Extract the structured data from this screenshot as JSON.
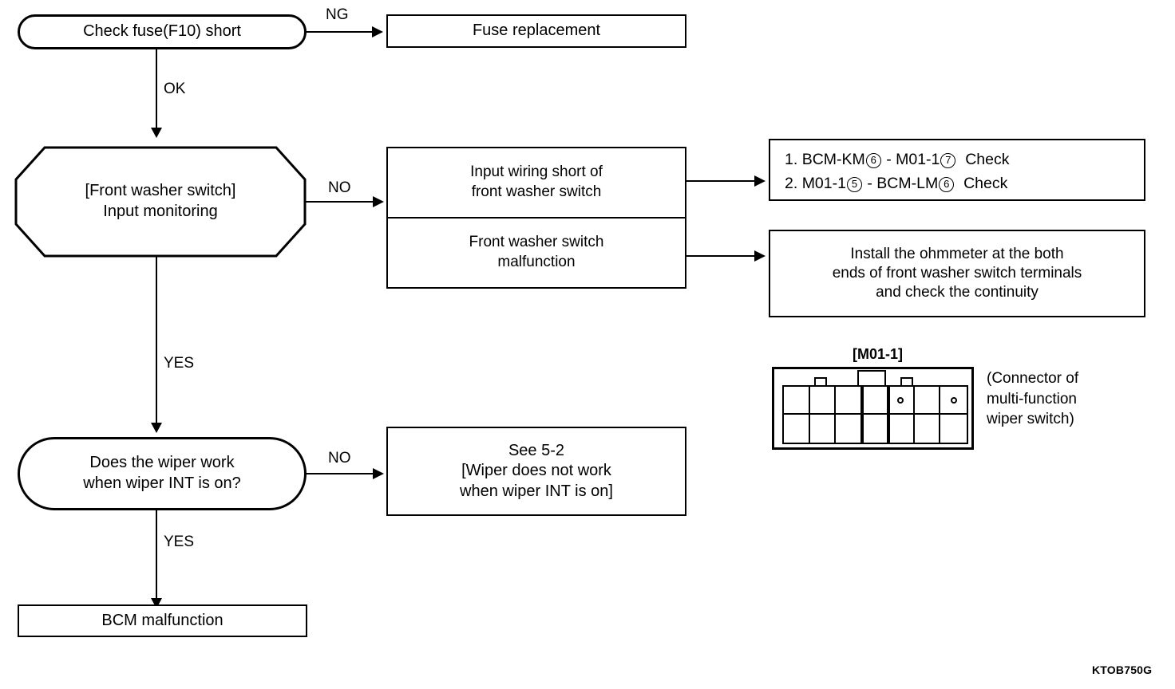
{
  "diagram": {
    "type": "flowchart",
    "title_code": "KTOB750G",
    "nodes": {
      "check_fuse": {
        "label": "Check fuse(F10) short",
        "shape": "stadium"
      },
      "fuse_replacement": {
        "label": "Fuse replacement",
        "shape": "rect"
      },
      "front_washer_switch": {
        "line1": "[Front washer switch]",
        "line2": "Input monitoring",
        "shape": "octagon"
      },
      "input_wiring_short": {
        "line1": "Input wiring short of",
        "line2": "front washer switch",
        "shape": "rect"
      },
      "switch_malfunction": {
        "line1": "Front washer switch",
        "line2": "malfunction",
        "shape": "rect"
      },
      "bcm_checks": {
        "item1": {
          "index": "1.",
          "pre": "BCM-KM",
          "circle1": "6",
          "mid": "- M01-1",
          "circle2": "7",
          "post": "Check"
        },
        "item2": {
          "index": "2.",
          "pre": "M01-1",
          "circle1": "5",
          "mid": "- BCM-LM",
          "circle2": "6",
          "post": "Check"
        }
      },
      "ohmmeter": {
        "line1": "Install the ohmmeter at the both",
        "line2": "ends of front washer switch terminals",
        "line3": "and check the continuity"
      },
      "wiper_int_question": {
        "line1": "Does the wiper work",
        "line2": "when wiper INT is on?",
        "shape": "stadium"
      },
      "see_5_2": {
        "line1": "See 5-2",
        "line2": "[Wiper does not work",
        "line3": "when wiper INT is on]",
        "shape": "rect"
      },
      "bcm_malfunction": {
        "label": "BCM malfunction",
        "shape": "rect"
      }
    },
    "edge_labels": {
      "ng": "NG",
      "ok": "OK",
      "no_1": "NO",
      "yes_1": "YES",
      "no_2": "NO",
      "yes_2": "YES"
    },
    "connector": {
      "title": "[M01-1]",
      "caption_line1": "(Connector of",
      "caption_line2": "multi-function",
      "caption_line3": "wiper switch)",
      "rows": 2,
      "columns": 7,
      "pin_dots": [
        {
          "row": 1,
          "column": 5
        },
        {
          "row": 1,
          "column": 7
        }
      ]
    },
    "colors": {
      "line": "#000000",
      "background": "#ffffff",
      "text": "#000000"
    }
  }
}
